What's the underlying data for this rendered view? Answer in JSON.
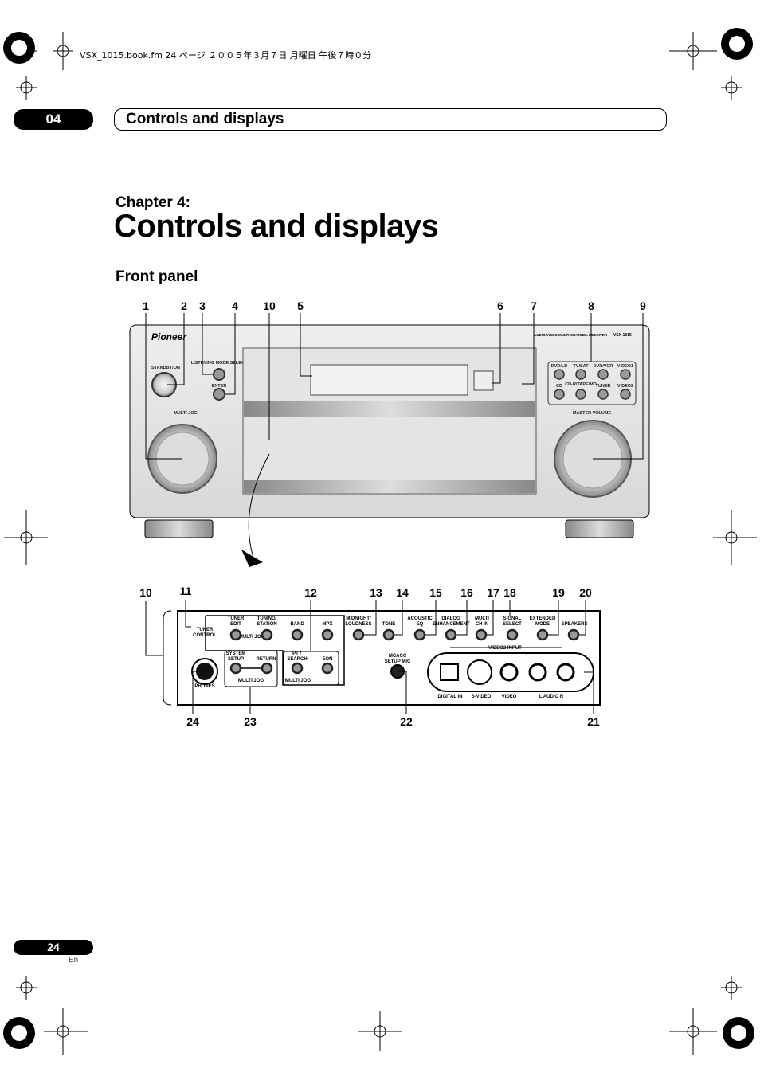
{
  "header_line": "VSX_1015.book.fm  24 ページ  ２００５年３月７日  月曜日  午後７時０分",
  "chapter": {
    "number": "04",
    "running_title": "Controls and displays",
    "label": "Chapter 4:",
    "title": "Controls and displays"
  },
  "section": "Front panel",
  "front_callouts": [
    "1",
    "2",
    "3",
    "4",
    "10",
    "5",
    "6",
    "7",
    "8",
    "9"
  ],
  "receiver": {
    "brand": "Pioneer",
    "model_line": "AUDIO/VIDEO MULTI-CHANNEL RECEIVER",
    "model": "VSX-1015",
    "standby": "STANDBY/ON",
    "listening_mode": "LISTENING MODE SELECT",
    "enter": "ENTER",
    "multi_jog": "MULTI JOG",
    "master_volume": "MASTER VOLUME",
    "inputs": [
      "DVD/LD",
      "TV/SAT",
      "DVR/VCR",
      "VIDEO1",
      "CD",
      "CD-R/TAPE/MD",
      "TUNER",
      "VIDEO2"
    ]
  },
  "sub_callouts": {
    "top": [
      "10",
      "11",
      "12",
      "13",
      "14",
      "15",
      "16",
      "17",
      "18",
      "19",
      "20"
    ],
    "bottom": [
      "24",
      "23",
      "22",
      "21"
    ]
  },
  "sub_panel": {
    "tuner_control": "TUNER CONTROL",
    "tuner_edit": "TUNER EDIT",
    "tuning_station": "TUNING/ STATION",
    "band": "BAND",
    "mpx": "MPX",
    "midnight": "MIDNIGHT/ LOUDNESS",
    "tone": "TONE",
    "acoustic_eq": "ACOUSTIC EQ",
    "dialog": "DIALOG ENHANCEMENT",
    "multi_ch": "MULTI CH IN",
    "signal_select": "SIGNAL SELECT",
    "extended_mode": "EXTENDED MODE",
    "speakers": "SPEAKERS",
    "system_setup": "SYSTEM SETUP",
    "return": "RETURN",
    "pty_search": "PTY SEARCH",
    "eon": "EON",
    "multi_jog": "MULTI JOG",
    "mcacc": "MCACC SETUP MIC",
    "phones": "PHONES",
    "video2_input": "VIDEO2 INPUT",
    "digital_in": "DIGITAL IN",
    "s_video": "S-VIDEO",
    "video": "VIDEO",
    "audio": "L   AUDIO   R"
  },
  "page": {
    "number": "24",
    "lang": "En"
  }
}
